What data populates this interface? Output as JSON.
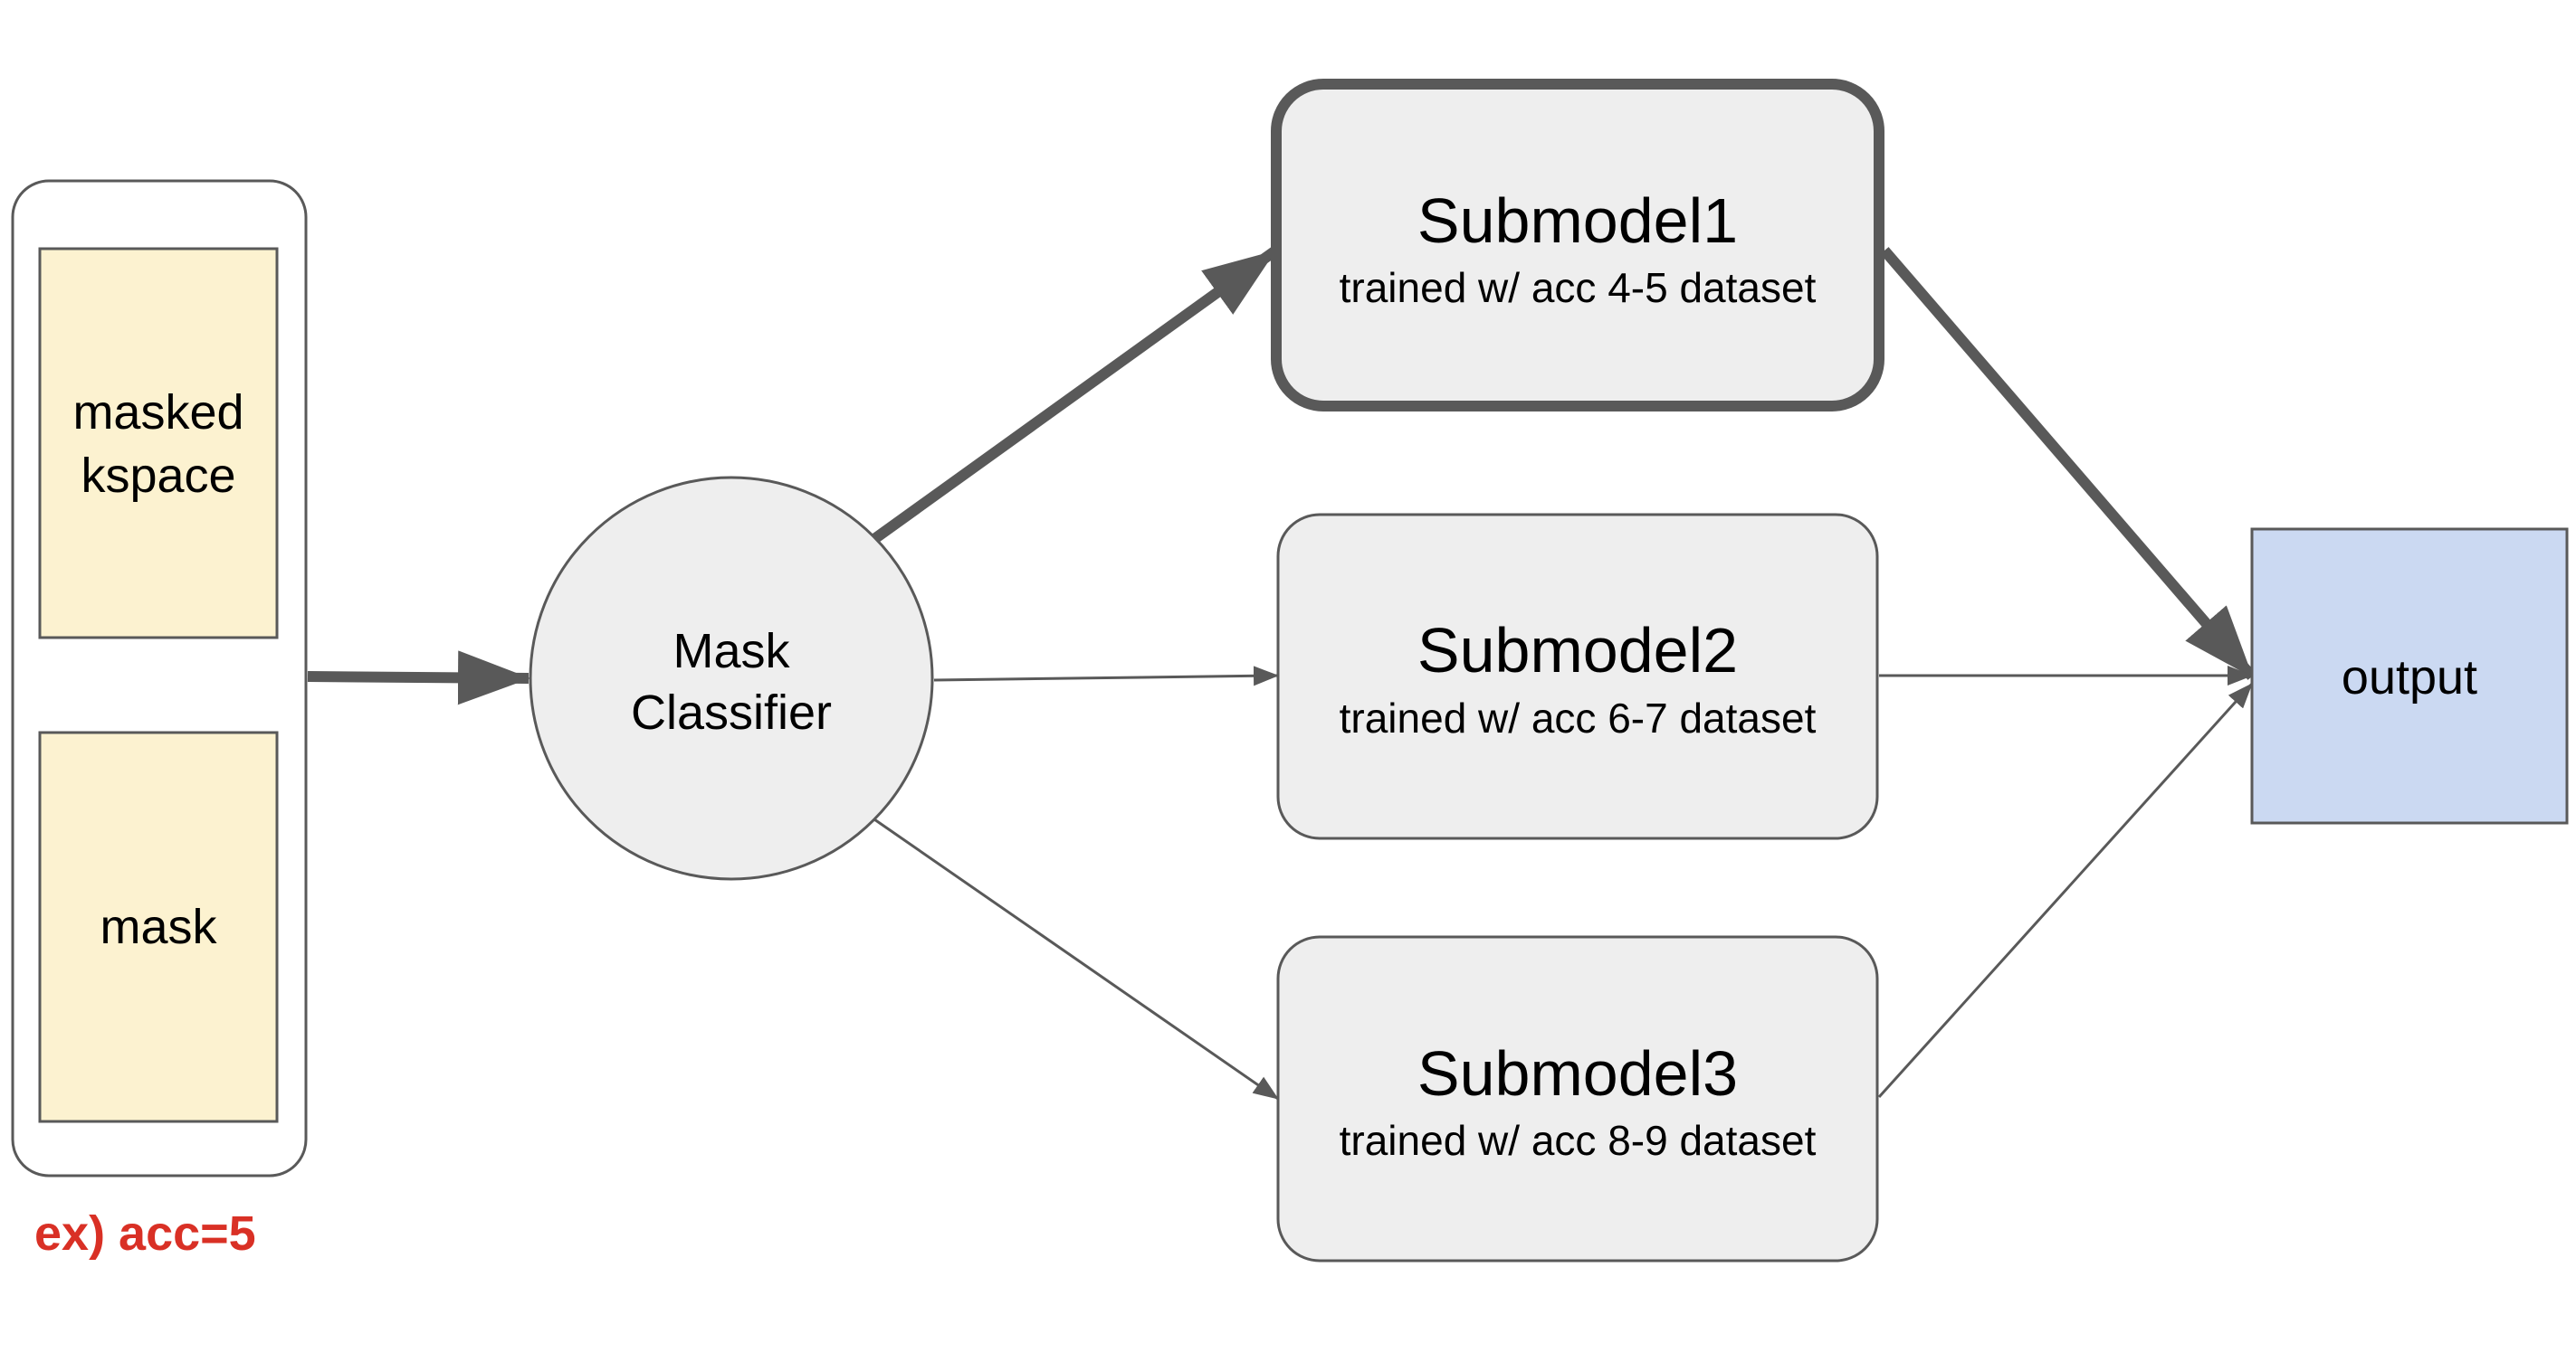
{
  "input_group": {
    "masked_kspace_line1": "masked",
    "masked_kspace_line2": "kspace",
    "mask_label": "mask",
    "example_caption": "ex) acc=5"
  },
  "classifier": {
    "line1": "Mask",
    "line2": "Classifier"
  },
  "submodels": [
    {
      "title": "Submodel1",
      "subtitle": "trained w/ acc 4-5 dataset",
      "selected": true
    },
    {
      "title": "Submodel2",
      "subtitle": "trained w/ acc 6-7 dataset",
      "selected": false
    },
    {
      "title": "Submodel3",
      "subtitle": "trained w/ acc 8-9 dataset",
      "selected": false
    }
  ],
  "output": {
    "label": "output"
  },
  "colors": {
    "input_fill": "#fcf2d0",
    "node_fill": "#eeeeee",
    "output_fill": "#cbd9f2",
    "stroke": "#595959",
    "caption": "#d93025"
  }
}
